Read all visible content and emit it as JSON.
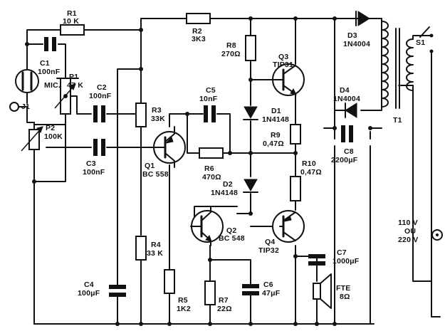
{
  "labels": {
    "r1_name": "R1",
    "r1_val": "10 K",
    "r2_name": "R2",
    "r2_val": "3K3",
    "r3_name": "R3",
    "r3_val": "33K",
    "r4_name": "R4",
    "r4_val": "33 K",
    "r5_name": "R5",
    "r5_val": "1K2",
    "r6_name": "R6",
    "r6_val": "470Ω",
    "r7_name": "R7",
    "r7_val": "22Ω",
    "r8_name": "R8",
    "r8_val": "270Ω",
    "r9_name": "R9",
    "r9_val": "0,47Ω",
    "r10_name": "R10",
    "r10_val": "0,47Ω",
    "p1_name": "P1",
    "p1_val": "47 K",
    "p2_name": "P2",
    "p2_val": "100K",
    "c1_name": "C1",
    "c1_val": "100nF",
    "c2_name": "C2",
    "c2_val": "100nF",
    "c3_name": "C3",
    "c3_val": "100nF",
    "c4_name": "C4",
    "c4_val": "100μF",
    "c5_name": "C5",
    "c5_val": "10nF",
    "c6_name": "C6",
    "c6_val": "47μF",
    "c7_name": "C7",
    "c7_val": "1000μF",
    "c8_name": "C8",
    "c8_val": "2200μF",
    "q1_name": "Q1",
    "q1_val": "BC 558",
    "q2_name": "Q2",
    "q2_val": "BC 548",
    "q3_name": "Q3",
    "q3_val": "TIP31",
    "q4_name": "Q4",
    "q4_val": "TIP32",
    "d1_name": "D1",
    "d1_val": "1N4148",
    "d2_name": "D2",
    "d2_val": "1N4148",
    "d3_name": "D3",
    "d3_val": "1N4004",
    "d4_name": "D4",
    "d4_val": "1N4004",
    "mic": "MIC.",
    "j1": "J1",
    "t1": "T1",
    "s1": "S1",
    "fte_name": "FTE",
    "fte_val": "8Ω",
    "mains_1": "110 V",
    "mains_2": "OU",
    "mains_3": "220 V"
  }
}
